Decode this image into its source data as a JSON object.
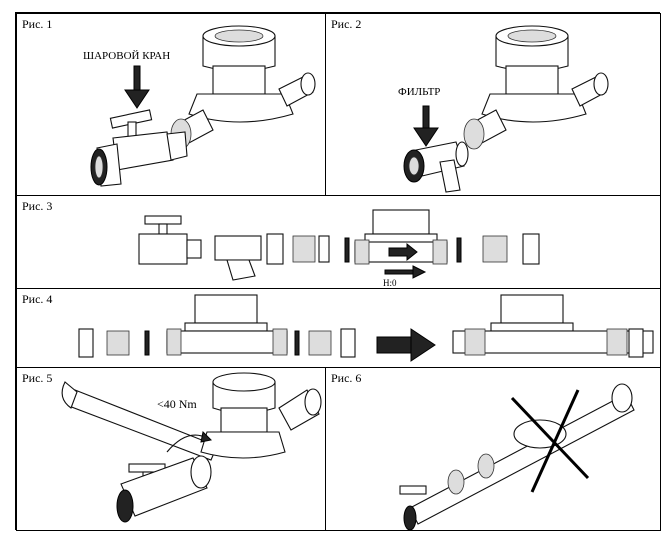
{
  "figures": [
    {
      "caption": "Рис. 1",
      "label": "ШАРОВОЙ КРАН"
    },
    {
      "caption": "Рис. 2",
      "label": "ФИЛЬТР"
    },
    {
      "caption": "Рис. 3",
      "label": "H:0"
    },
    {
      "caption": "Рис. 4"
    },
    {
      "caption": "Рис. 5",
      "label": "<40 Nm"
    },
    {
      "caption": "Рис. 6"
    }
  ],
  "icons": {
    "arrow": "down-arrow-icon",
    "flow": "right-arrow-icon",
    "prohibited": "cross-icon"
  },
  "colors": {
    "line": "#111111",
    "background": "#ffffff",
    "fill": "#222222"
  }
}
